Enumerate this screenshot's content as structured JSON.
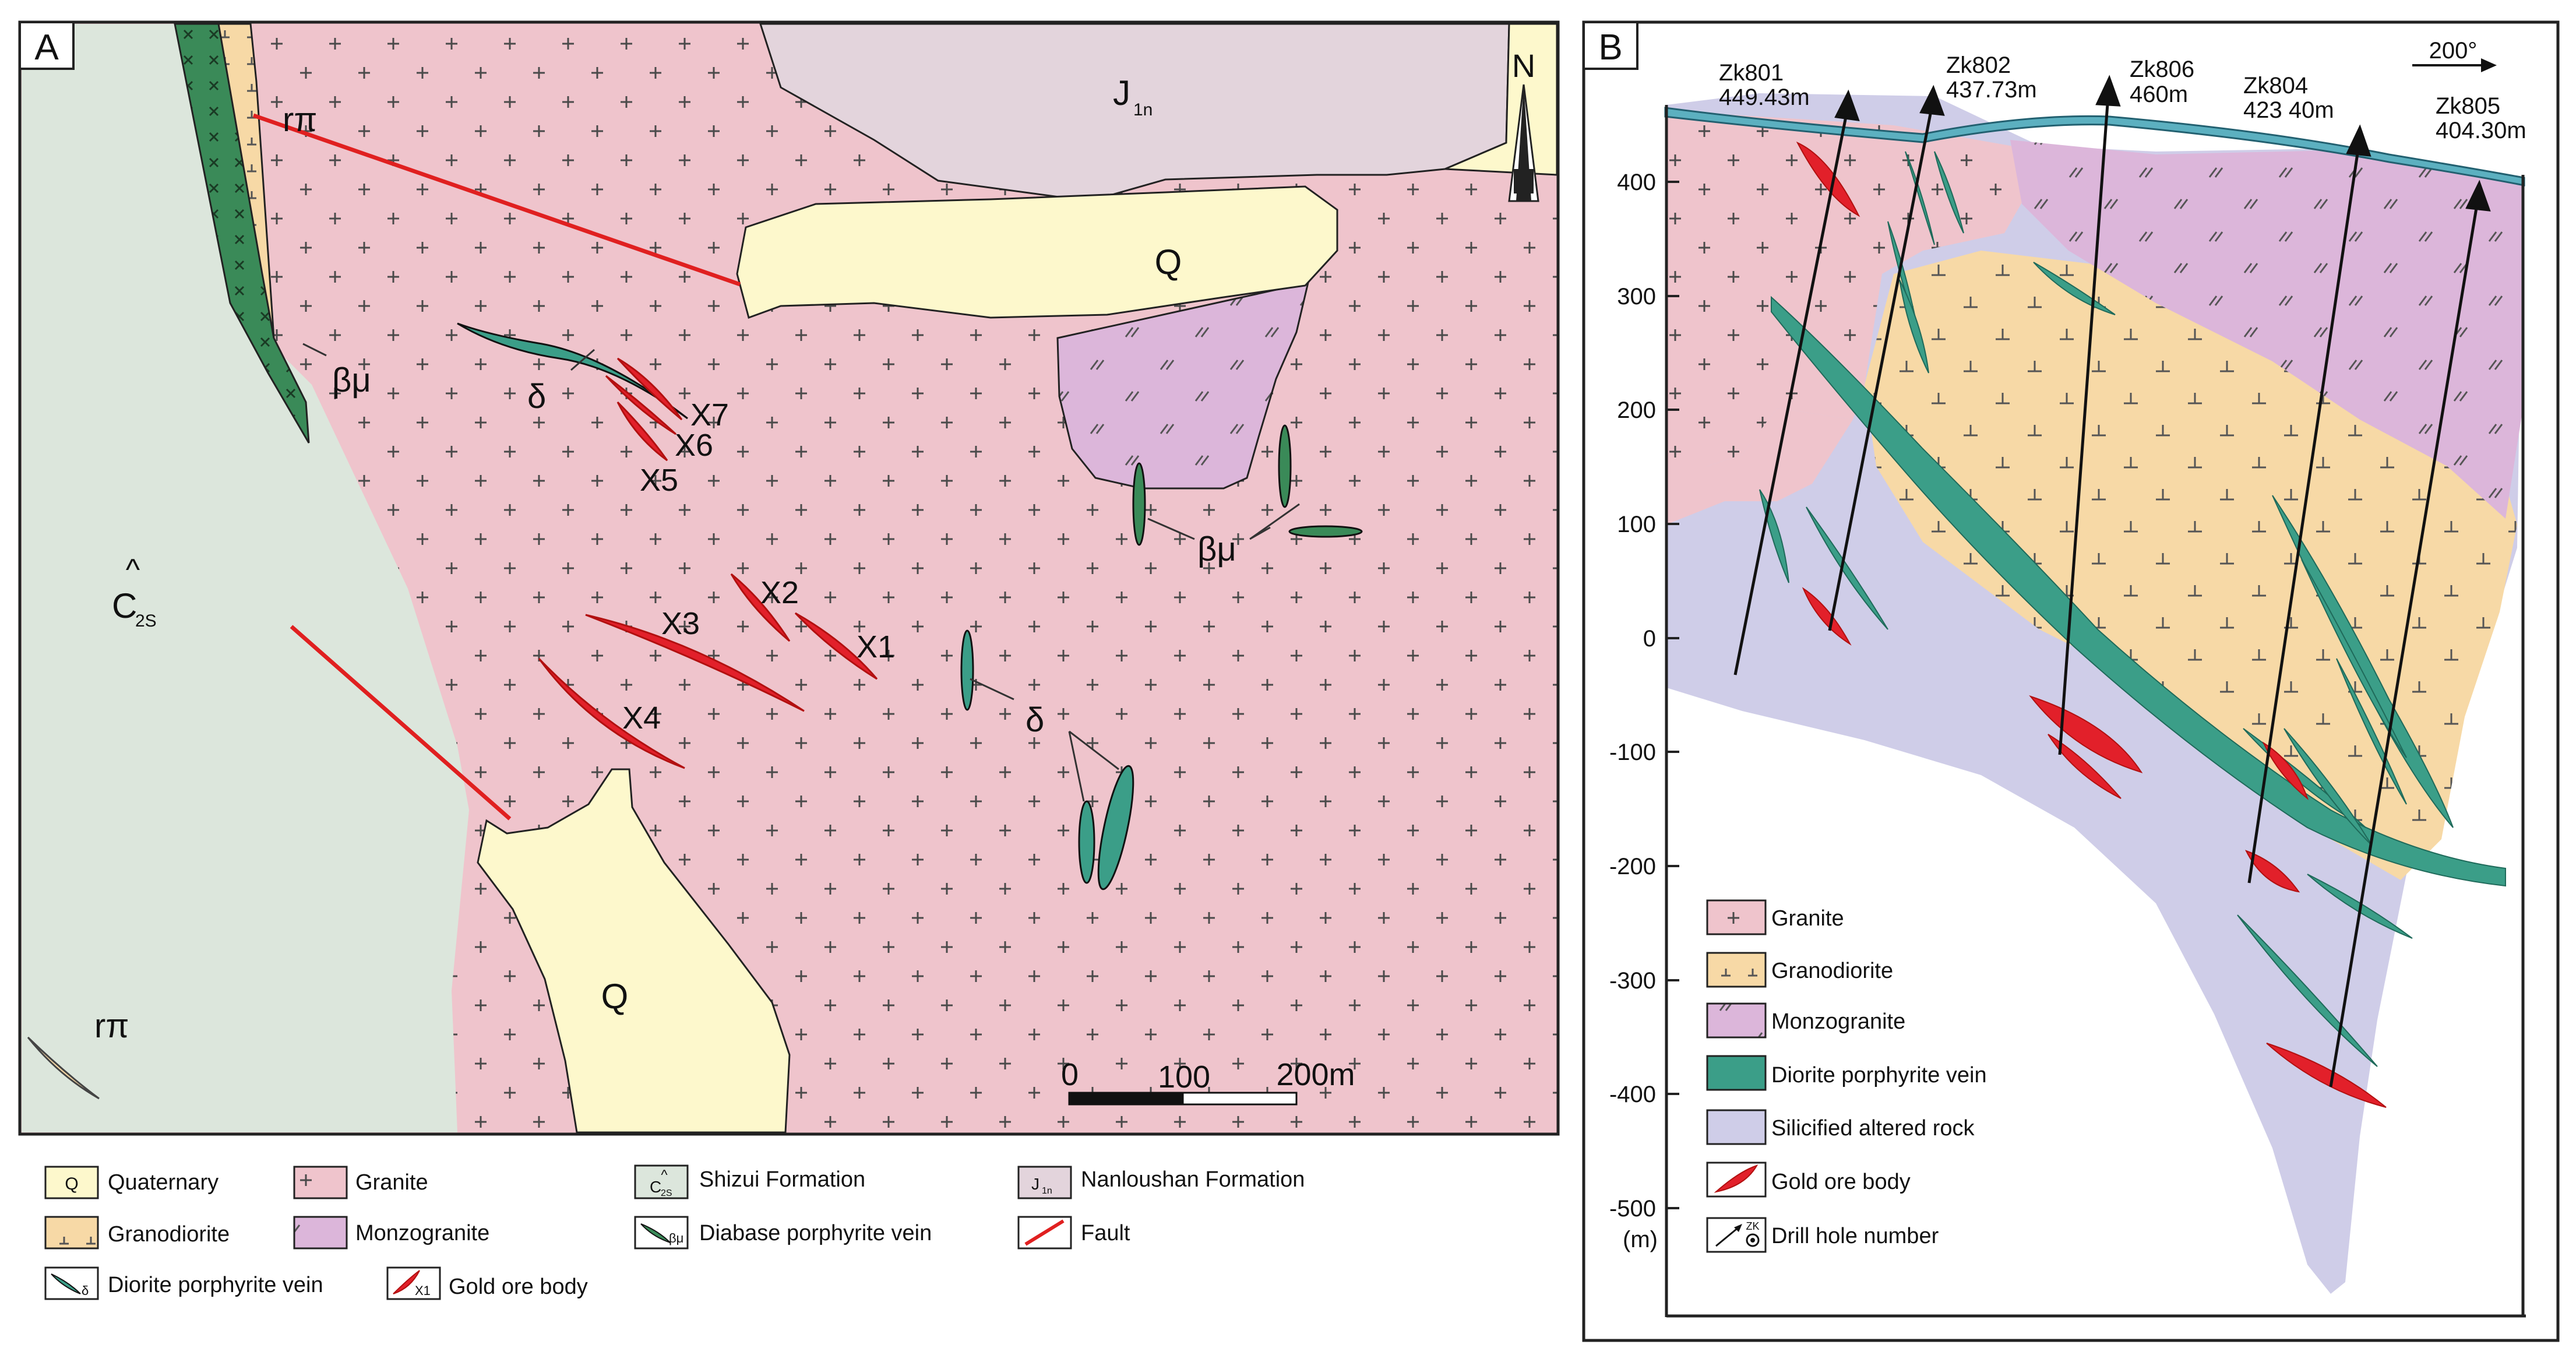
{
  "panel_a": {
    "label": "A",
    "units": {
      "quaternary_main": "Q",
      "quaternary_south": "Q",
      "nanloushan": "J",
      "nanloushan_sub": "1n",
      "shizui": "C",
      "shizui_sub": "2S",
      "shizui_hat": "^"
    },
    "north": "N",
    "veins": {
      "rpi_top": "rπ",
      "rpi_legend": "rπ",
      "bmu_west": "βμ",
      "bmu_east": "βμ",
      "delta_north": "δ",
      "delta_south": "δ"
    },
    "ore_bodies": [
      "X1",
      "X2",
      "X3",
      "X4",
      "X5",
      "X6",
      "X7"
    ],
    "scale_bar": {
      "zero": "0",
      "mid": "100",
      "end": "200m"
    }
  },
  "panel_b": {
    "label": "B",
    "direction": "200°",
    "drill_holes": [
      {
        "id": "Zk801",
        "depth": "449.43m"
      },
      {
        "id": "Zk802",
        "depth": "437.73m"
      },
      {
        "id": "Zk806",
        "depth": "460m"
      },
      {
        "id": "Zk804",
        "depth": "423 40m"
      },
      {
        "id": "Zk805",
        "depth": "404.30m"
      }
    ],
    "elevation_ticks": [
      "400",
      "300",
      "200",
      "100",
      "0",
      "-100",
      "-200",
      "-300",
      "-400",
      "-500"
    ],
    "elevation_unit": "(m)",
    "legend": [
      {
        "label": "Granite"
      },
      {
        "label": "Granodiorite"
      },
      {
        "label": "Monzogranite"
      },
      {
        "label": "Diorite porphyrite vein"
      },
      {
        "label": "Silicified altered rock"
      },
      {
        "label": "Gold ore body"
      },
      {
        "label": "Drill hole number",
        "symbol": "ZK"
      }
    ]
  },
  "legend_a": [
    {
      "label": "Quaternary",
      "symbol": "Q"
    },
    {
      "label": "Granite"
    },
    {
      "label": "Shizui Formation",
      "symbol": "C",
      "symbol_sub": "2S",
      "symbol_hat": "^"
    },
    {
      "label": "Nanloushan Formation",
      "symbol": "J",
      "symbol_sub": "1n"
    },
    {
      "label": "Granodiorite"
    },
    {
      "label": "Monzogranite"
    },
    {
      "label": "Diabase porphyrite vein",
      "symbol": "βμ"
    },
    {
      "label": "Fault"
    },
    {
      "label": "Diorite porphyrite vein",
      "symbol": "δ"
    },
    {
      "label": "Gold ore body",
      "symbol": "X1"
    }
  ],
  "colors": {
    "granite": "#efc4cc",
    "granodiorite": "#f7d9a6",
    "monzogranite": "#dcb6da",
    "quaternary": "#fdf8cc",
    "shizui": "#dce6dc",
    "nanloushan": "#e3d4dc",
    "diabase": "#3a8a58",
    "diorite": "#3b9e88",
    "silicified": "#cfcde8",
    "ore": "#e2202a",
    "fault": "#e02020",
    "surface": "#5cb0c0"
  }
}
